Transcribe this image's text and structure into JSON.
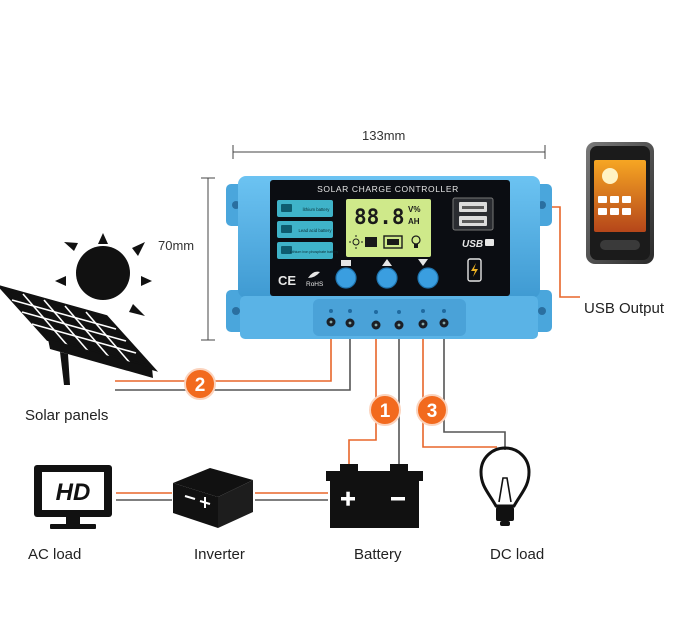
{
  "dimensions": {
    "width_label": "133mm",
    "height_label": "70mm"
  },
  "controller": {
    "title": "SOLAR CHARGE CONTROLLER",
    "battery_types": [
      "lithium battery",
      "Lead acid battery",
      "Lithium iron phosphate battery"
    ],
    "lcd_digits": "88.8",
    "lcd_units_top": "V%",
    "lcd_units_bottom": "AH",
    "ce_mark": "CE",
    "rohs_mark": "RoHS",
    "usb_mark": "USB"
  },
  "labels": {
    "usb_output": "USB Output",
    "solar_panels": "Solar panels",
    "ac_load": "AC load",
    "inverter": "Inverter",
    "battery": "Battery",
    "dc_load": "DC load",
    "hd_screen": "HD"
  },
  "steps": [
    "1",
    "2",
    "3"
  ],
  "colors": {
    "controller_blue": "#5cb6ea",
    "controller_dark": "#3e95cc",
    "panel_black": "#0b0d12",
    "lcd_green": "#cfe98a",
    "wire_orange": "#e8662a",
    "wire_gray": "#555555",
    "badge_orange": "#f26a1e"
  }
}
